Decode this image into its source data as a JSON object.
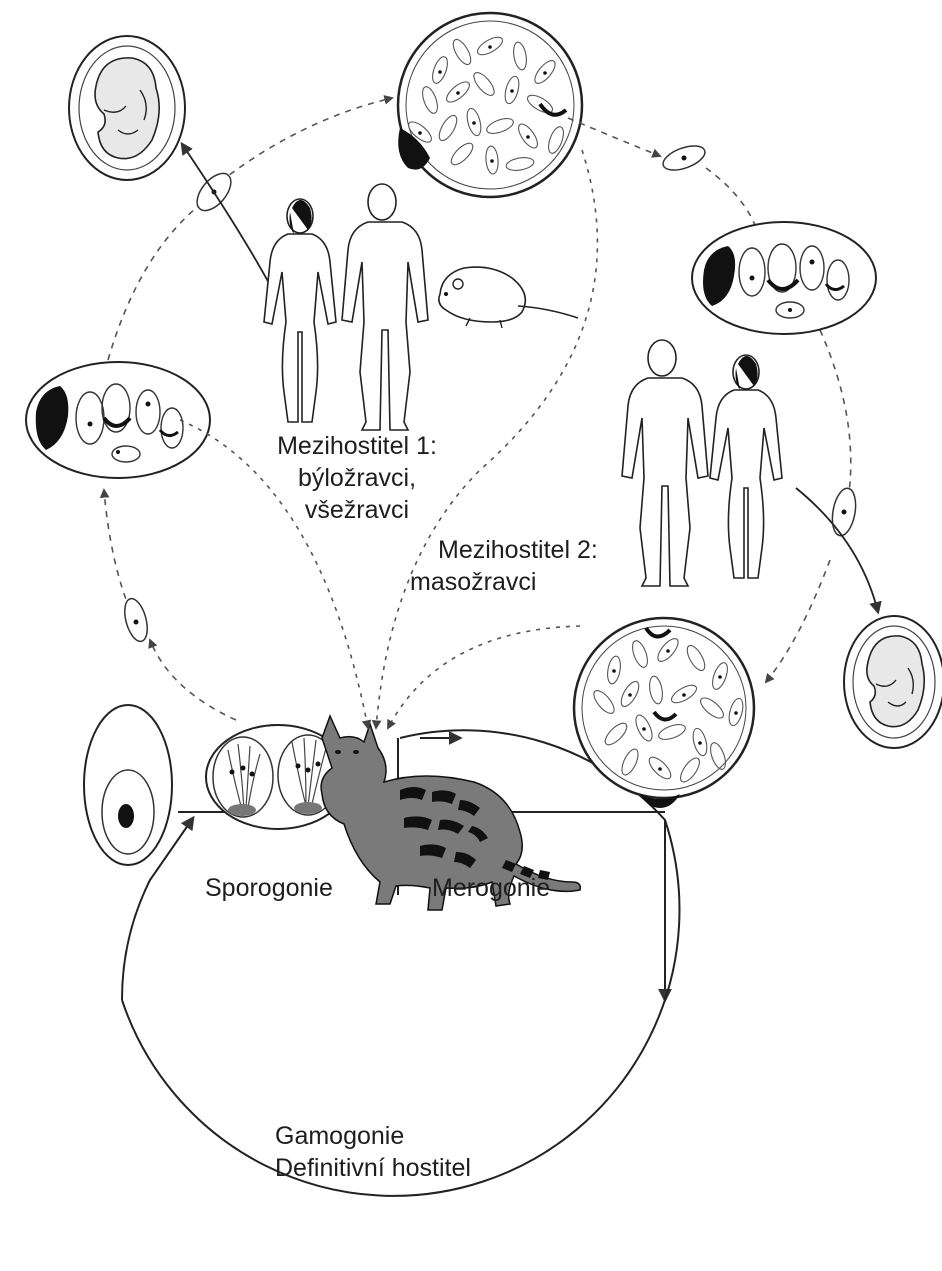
{
  "labels": {
    "intermediate_host_1_title": "Mezihostitel 1:",
    "intermediate_host_1_line2": "býložravci,",
    "intermediate_host_1_line3": "všežravci",
    "intermediate_host_2_title": "Mezihostitel 2:",
    "intermediate_host_2_line2": "masožravci",
    "sporogony": "Sporogonie",
    "merogony": "Merogonie",
    "gamogony": "Gamogonie",
    "definitive_host": "Definitivní hostitel"
  },
  "colors": {
    "ink": "#1e1e1e",
    "dark_fill": "#111111",
    "background": "#ffffff",
    "arrow": "#555555"
  },
  "icons": {
    "fetus": "fetus-icon",
    "woman": "woman-figure",
    "man": "man-figure",
    "mouse": "mouse-icon",
    "cat": "cat-icon",
    "tissue_cyst": "tissue-cyst-icon",
    "oocyst": "oocyst-icon"
  }
}
